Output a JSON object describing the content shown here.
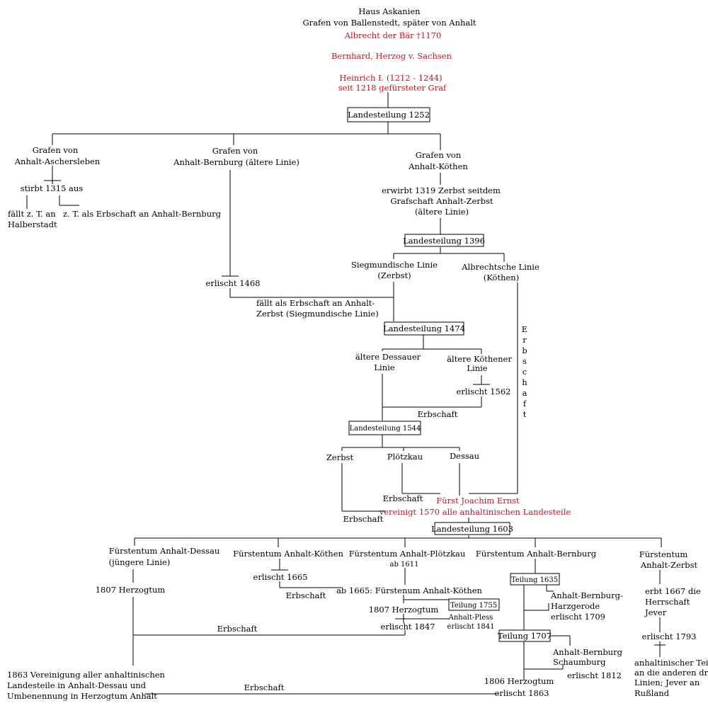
{
  "colors": {
    "line": "#000000",
    "text": "#000000",
    "highlight": "#c8141e",
    "background": "#ffffff"
  },
  "root": {
    "house": "Haus Askanien",
    "counts": "Grafen von Ballenstedt, später von Anhalt",
    "albrecht": "Albrecht der Bär †1170",
    "bernhard": "Bernhard, Herzog v. Sachsen",
    "heinrich_1": "Heinrich I. (1212 - 1244)",
    "heinrich_2": "seit 1218 gefürsteter Graf"
  },
  "partition_1252": "Landesteilung 1252",
  "aschersleben": {
    "title_1": "Grafen von",
    "title_2": "Anhalt-Aschersleben",
    "extinct": "stirbt 1315 aus",
    "halberstadt_1": "fällt z. T. an",
    "halberstadt_2": "Halberstadt",
    "bernburg_share": "z. T. als Erbschaft an Anhalt-Bernburg"
  },
  "bernburg_old": {
    "title_1": "Grafen von",
    "title_2": "Anhalt-Bernburg (ältere Linie)",
    "extinct": "erlischt 1468",
    "inherit_1": "fällt als Erbschaft an Anhalt-",
    "inherit_2": "Zerbst (Siegmundische Linie)"
  },
  "koethen": {
    "title_1": "Grafen von",
    "title_2": "Anhalt-Köthen",
    "zerbst_1": "erwirbt 1319 Zerbst seitdem",
    "zerbst_2": "Grafschaft Anhalt-Zerbst",
    "zerbst_3": "(ältere Linie)"
  },
  "partition_1396": "Landesteilung 1396",
  "siegmund": {
    "line_1": "Siegmundische Linie",
    "line_2": "(Zerbst)"
  },
  "albrecht_line": {
    "line_1": "Albrechtsche Linie",
    "line_2": "(Köthen)"
  },
  "erbschaft_vertical": [
    "E",
    "r",
    "b",
    "s",
    "c",
    "h",
    "a",
    "f",
    "t"
  ],
  "partition_1474": "Landesteilung 1474",
  "dessau_old": {
    "line_1": "ältere Dessauer",
    "line_2": "Linie"
  },
  "koethen_old": {
    "line_1": "ältere Köthener",
    "line_2": "Linie",
    "extinct": "erlischt 1562"
  },
  "inheritance": "Erbschaft",
  "partition_1544": "Landesteilung 1544",
  "zerbst": "Zerbst",
  "ploetzkau": "Plötzkau",
  "dessau": "Dessau",
  "joachim": {
    "line_1": "Fürst Joachim Ernst",
    "line_2": "vereinigt 1570 alle anhaltinischen Landesteile"
  },
  "partition_1603": "Landesteilung 1603",
  "p_dessau": {
    "title_1": "Fürstentum Anhalt-Dessau",
    "title_2": "(jüngere Linie)",
    "duchy": "1807 Herzogtum",
    "union_1": "1863 Vereinigung aller anhaltinischen",
    "union_2": "Landesteile in Anhalt-Dessau und",
    "union_3": "Umbenennung in Herzogtum Anhalt"
  },
  "p_koethen": {
    "title": "Fürstentum Anhalt-Köthen",
    "extinct": "erlischt 1665"
  },
  "p_ploetzkau": {
    "title": "Fürstentum Anhalt-Plötzkau",
    "since": "ab 1611",
    "from_1665": "ab 1665: Fürstenum Anhalt-Köthen",
    "duchy": "1807 Herzogtum",
    "extinct": "erlischt 1847",
    "partition_1755": "Teilung 1755",
    "pless_1": "Anhalt-Pless",
    "pless_2": "erlischt 1841"
  },
  "p_bernburg": {
    "title": "Fürstentum Anhalt-Bernburg",
    "partition_1635": "Teilung 1635",
    "harz_1": "Anhalt-Bernburg-",
    "harz_2": "Harzgerode",
    "harz_3": "erlischt 1709",
    "partition_1707": "Teilung 1707",
    "schaum_1": "Anhalt-Bernburg",
    "schaum_2": "Schaumburg",
    "schaum_3": "erlischt 1812",
    "duchy": "1806 Herzogtum",
    "extinct": "erlischt 1863"
  },
  "p_zerbst": {
    "title_1": "Fürstentum",
    "title_2": "Anhalt-Zerbst",
    "jever_1": "erbt 1667 die",
    "jever_2": "Herrschaft",
    "jever_3": "Jever",
    "extinct": "erlischt 1793",
    "share_1": "anhaltinischer Teil",
    "share_2": "an die anderen drei",
    "share_3": "Linien; Jever an",
    "share_4": "Rußland"
  }
}
